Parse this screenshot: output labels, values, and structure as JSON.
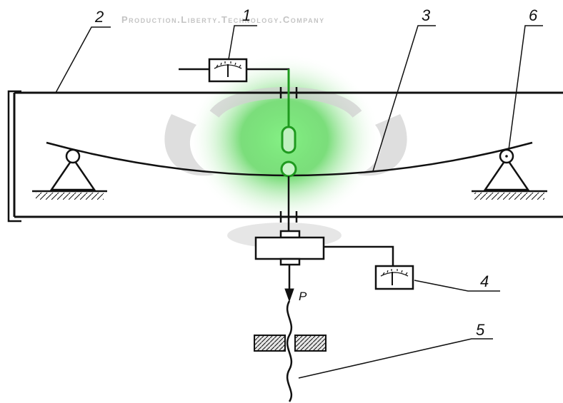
{
  "watermark": "Production.Liberty.Technology.Company",
  "labels": {
    "c1": "1",
    "c2": "2",
    "c3": "3",
    "c4": "4",
    "c5": "5",
    "c6": "6",
    "force": "P"
  },
  "colors": {
    "line": "#111111",
    "highlight": "#1f9a1f",
    "glow": "#3fd43f",
    "hatch_fill": "#cfcfcf"
  }
}
